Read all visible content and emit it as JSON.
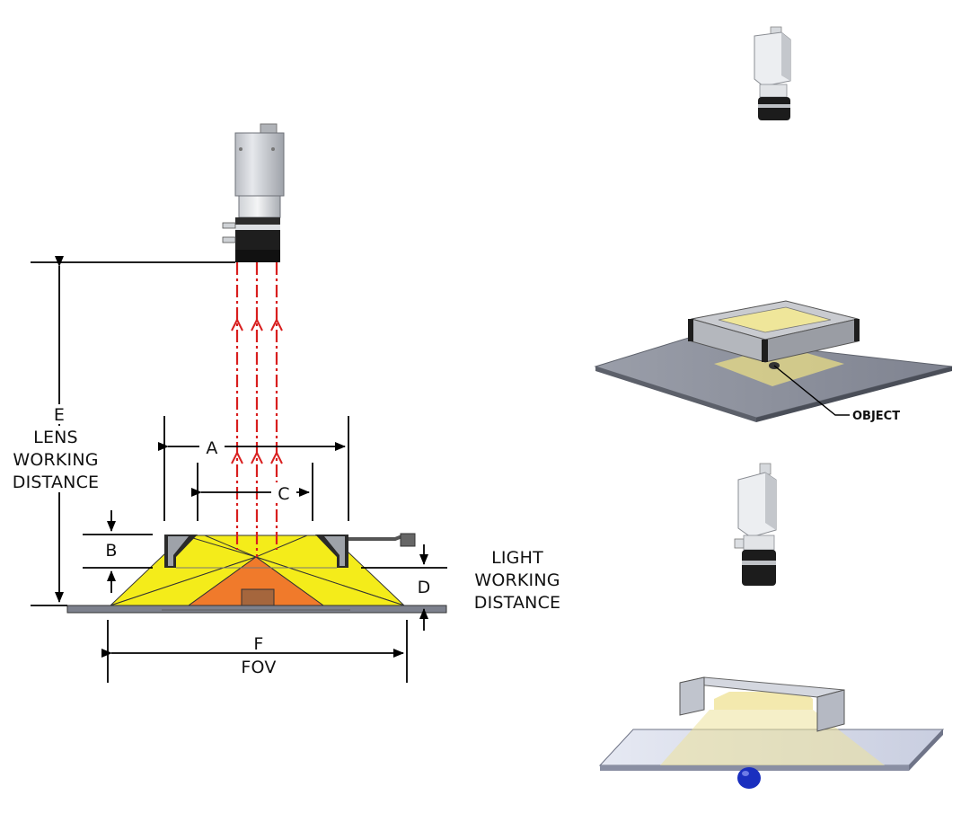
{
  "diagram": {
    "labels": {
      "a": "A",
      "b": "B",
      "c": "C",
      "d": "D",
      "e": "E",
      "e_line1": "LENS",
      "e_line2": "WORKING",
      "e_line3": "DISTANCE",
      "light_line1": "LIGHT",
      "light_line2": "WORKING",
      "light_line3": "DISTANCE",
      "f": "F",
      "fov": "FOV",
      "object": "OBJECT"
    },
    "colors": {
      "ray": "#d81e1e",
      "light_yellow": "#f4ec1a",
      "light_orange": "#f07a2b",
      "object_brown": "#a5663d",
      "plate_gray": "#8e929e",
      "sphere_blue": "#1a2fbf"
    }
  }
}
